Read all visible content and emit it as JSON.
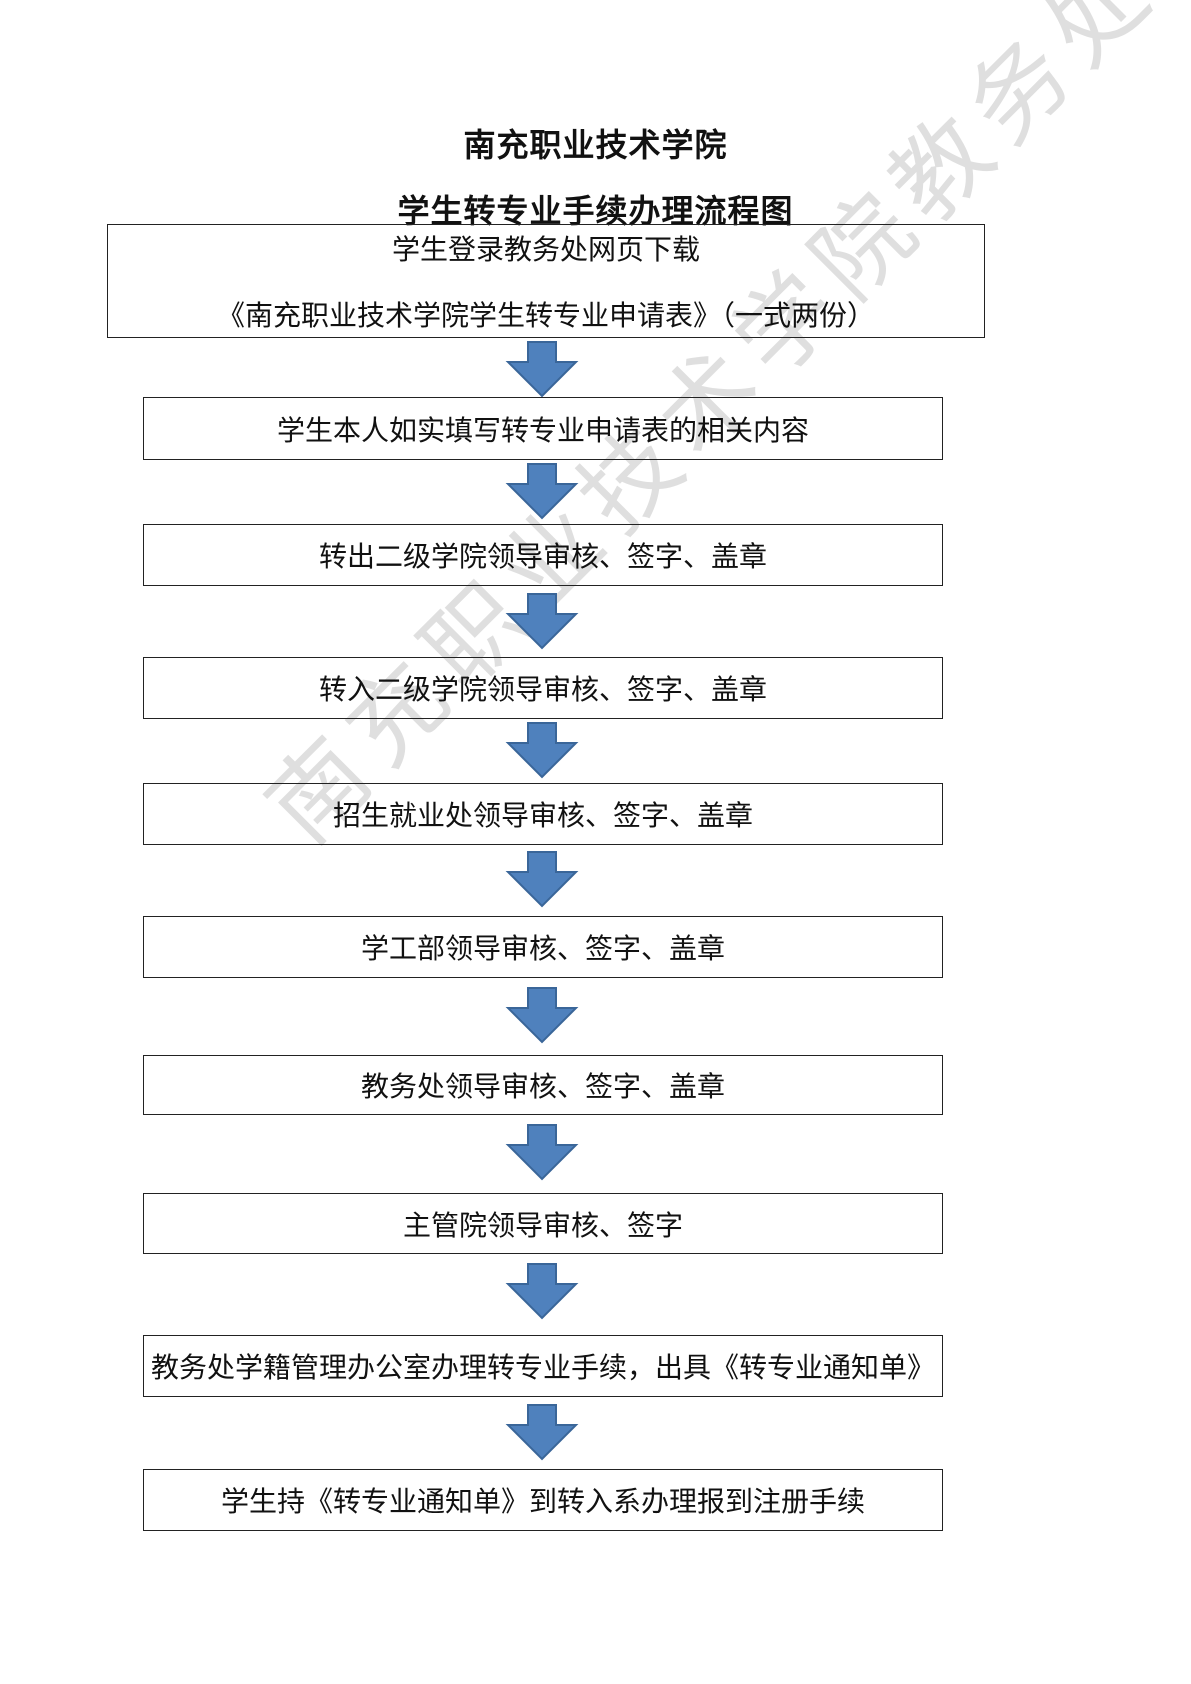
{
  "title": {
    "line1": "南充职业技术学院",
    "line2": "学生转专业手续办理流程图"
  },
  "steps": [
    {
      "line1": "学生登录教务处网页下载",
      "line2": "《南充职业技术学院学生转专业申请表》（一式两份）"
    },
    {
      "line1": "学生本人如实填写转专业申请表的相关内容"
    },
    {
      "line1": "转出二级学院领导审核、签字、盖章"
    },
    {
      "line1": "转入二级学院领导审核、签字、盖章"
    },
    {
      "line1": "招生就业处领导审核、签字、盖章"
    },
    {
      "line1": "学工部领导审核、签字、盖章"
    },
    {
      "line1": "教务处领导审核、签字、盖章"
    },
    {
      "line1": "主管院领导审核、签字"
    },
    {
      "line1": "教务处学籍管理办公室办理转专业手续，出具《转专业通知单》"
    },
    {
      "line1": "学生持《转专业通知单》到转入系办理报到注册手续"
    }
  ],
  "watermark": {
    "text": "南充职业技术学院教务处"
  },
  "colors": {
    "arrow_fill": "#4f81bd",
    "arrow_stroke": "#3a6699",
    "box_border": "#222222"
  }
}
